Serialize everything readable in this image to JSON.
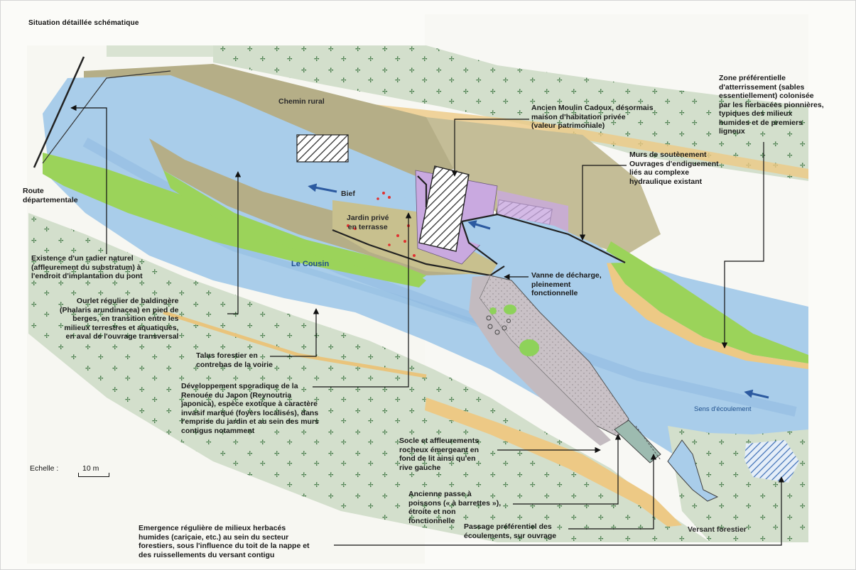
{
  "title": "Situation détaillée schématique",
  "map_labels": {
    "chemin_rural": "Chemin rural",
    "bief": "Bief",
    "jardin": "Jardin privé\nen terrasse",
    "le_cousin": "Le Cousin",
    "sens_ecoulement": "Sens d'écoulement",
    "versant_forestier": "Versant forestier"
  },
  "annotations": {
    "route": "Route\ndépartementale",
    "radier": "Existence d'un radier naturel\n(affleurement du substratum) à\nl'endroit d'implantation du pont",
    "ourlet": "Ourlet régulier de baldingère\n(Phalaris arundinacea) en pied de\nberges, en transition entre les\nmilieux terrestres et aquatiques,\nen aval de l'ouvrage transversal",
    "talus": "Talus forestier en\ncontrebas de la voirie",
    "renouee": "Développement sporadique de la\nRenouée du Japon (Reynoutria\njaponica), espèce exotique à caractère\ninvasif marqué (foyers localisés), dans\nl'emprise du jardin et au sein des murs\ncontigus notamment",
    "moulin": "Ancien Moulin Cadoux, désormais\nmaison d'habitation privée\n(valeur patrimoniale)",
    "murs": "Murs de soutènement\nOuvrages d'endiguement\nliés au complexe\nhydraulique existant",
    "zone": "Zone préférentielle\nd'atterrissement (sables\nessentiellement) colonisée\npar les herbacées pionnières,\ntypiques des milieux\nhumides et de premiers\nligneux",
    "vanne": "Vanne  de  décharge,\npleinement\nfonctionnelle",
    "socle": "Socle et affleurements\nrocheux émergeant en\nfond de lit ainsi qu'en\nrive gauche",
    "passe": "Ancienne passe à\npoissons (« à barrettes »),\nétroite et non\nfonctionnelle",
    "passage": "Passage préférentiel des\nécoulements, sur ouvrage",
    "emergence": "Emergence régulière de milieux herbacés\nhumides (cariçaie, etc.) au sein du secteur\nforestiers, sous l'influence du toit de la nappe et\ndes ruissellements du versant contigu"
  },
  "scale": {
    "label": "Echelle :",
    "value": "10 m"
  },
  "colors": {
    "water": "#a9cdea",
    "water_dark": "#86b4de",
    "grass": "#9bd35a",
    "meadow": "#b3ad86",
    "forest_band": "#c9d6bf",
    "sand": "#e8bd6a",
    "building_purple": "#c9a9e0",
    "rock": "#c7bec3",
    "arrow_blue": "#2c5aa0"
  }
}
